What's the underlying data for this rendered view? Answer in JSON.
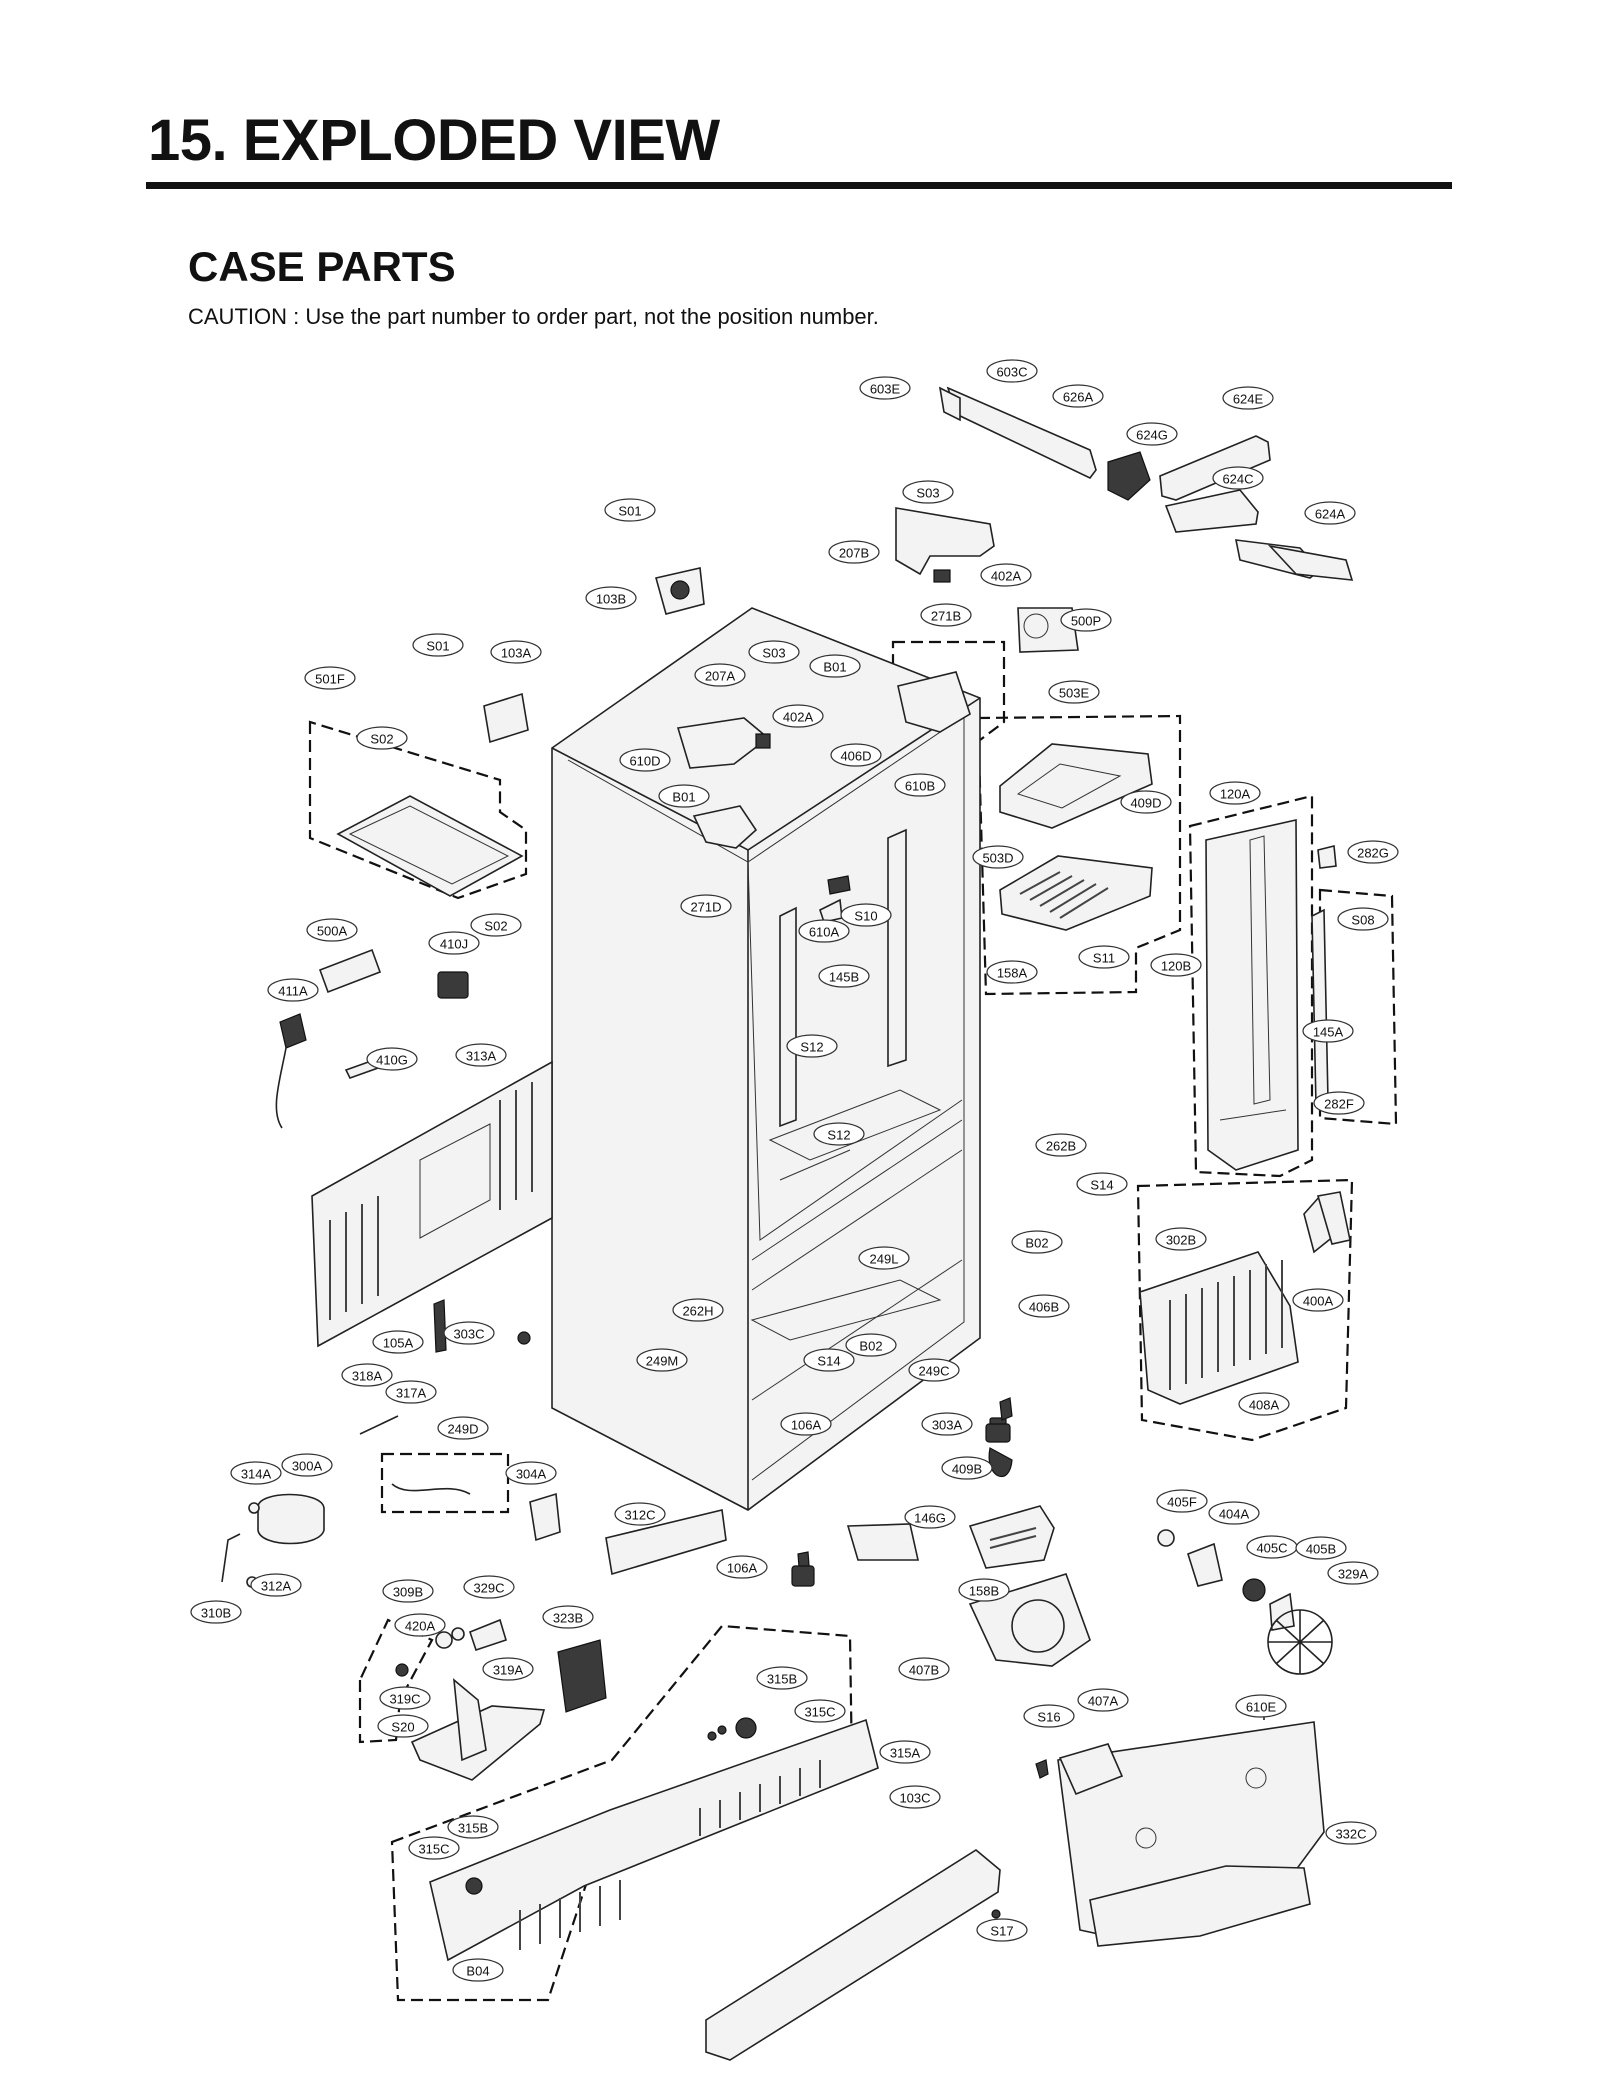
{
  "header": {
    "title": "15. EXPLODED VIEW",
    "section": "CASE PARTS",
    "caution": "CAUTION : Use the part number to order part, not the position number."
  },
  "labels": [
    "603E",
    "603C",
    "626A",
    "624E",
    "624G",
    "624C",
    "624A",
    "S03",
    "S01",
    "207B",
    "402A",
    "103B",
    "271B",
    "500P",
    "S01",
    "103A",
    "S03",
    "207A",
    "B01",
    "503E",
    "501F",
    "402A",
    "S02",
    "610D",
    "406D",
    "610B",
    "B01",
    "409D",
    "120A",
    "503D",
    "282G",
    "271D",
    "610A",
    "S10",
    "500A",
    "S02",
    "410J",
    "S08",
    "S11",
    "120B",
    "158A",
    "411A",
    "145B",
    "145A",
    "410G",
    "313A",
    "S12",
    "282F",
    "S12",
    "262B",
    "S14",
    "B02",
    "302B",
    "249L",
    "400A",
    "262H",
    "406B",
    "105A",
    "303C",
    "249M",
    "S14",
    "B02",
    "249C",
    "408A",
    "318A",
    "317A",
    "249D",
    "106A",
    "303A",
    "314A",
    "300A",
    "304A",
    "409B",
    "312C",
    "146G",
    "405F",
    "404A",
    "405C",
    "405B",
    "106A",
    "312A",
    "329A",
    "158B",
    "309B",
    "329C",
    "310B",
    "420A",
    "323B",
    "407B",
    "315B",
    "319A",
    "315C",
    "319C",
    "407A",
    "610E",
    "S16",
    "S20",
    "315A",
    "103C",
    "332C",
    "315B",
    "315C",
    "S17",
    "B04"
  ]
}
